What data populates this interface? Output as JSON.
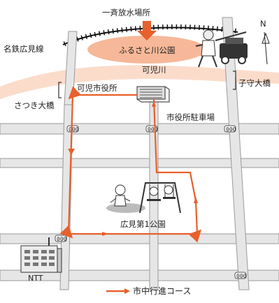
{
  "labels": {
    "fountain_event": "一斉放水場所",
    "railway": "名鉄広見線",
    "park_furusato": "ふるさと川公園",
    "river": "可児川",
    "city_hall": "可児市役所",
    "bridge_left": "さつき大橋",
    "bridge_right": "子守大橋",
    "parking": "市役所駐車場",
    "park_hiromi": "広見第1公園",
    "ntt": "NTT",
    "north": "N"
  },
  "legend": {
    "parade_course": "市中行進コース"
  },
  "signals": [
    "000",
    "000",
    "000",
    "000",
    "000"
  ],
  "colors": {
    "route": "#e8602c",
    "park_ellipse": "#f6b898",
    "river_band": "#fbdccb",
    "road": "#e6e6e6",
    "road_edge": "#9a9a9a"
  }
}
